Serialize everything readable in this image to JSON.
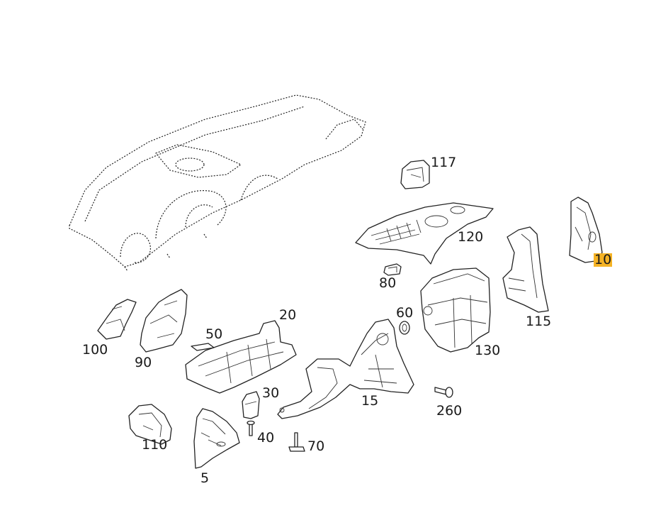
{
  "highlight_color": "#f5b325",
  "labels": {
    "p117": "117",
    "p120": "120",
    "p10": "10",
    "p80": "80",
    "p60": "60",
    "p115": "115",
    "p20": "20",
    "p50": "50",
    "p100": "100",
    "p90": "90",
    "p130": "130",
    "p30": "30",
    "p15": "15",
    "p260": "260",
    "p40": "40",
    "p70": "70",
    "p110": "110",
    "p5": "5"
  },
  "highlighted": "p10"
}
